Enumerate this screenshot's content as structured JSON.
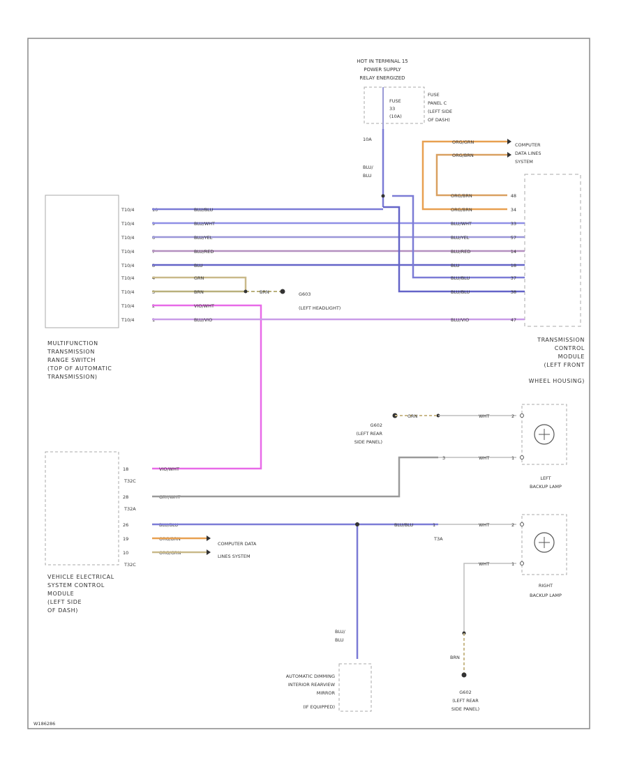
{
  "page": {
    "code": "W186286"
  },
  "colors": {
    "blu_blu": "#7b7bd6",
    "blu_wht": "#8f8fe6",
    "blu_yel": "#9a96d8",
    "blu_red": "#b48fc0",
    "blu": "#6464c8",
    "grn": "#c9b98a",
    "brn": "#b9b07c",
    "vio_wht": "#e86ae8",
    "blu_vio": "#c99be8",
    "org_grn": "#e8a050",
    "org_brn": "#d9a060",
    "gry_wht": "#9a9a9a",
    "wht": "#bdbdbd",
    "frame": "#888888"
  },
  "components": {
    "range_switch": [
      "MULTIFUNCTION",
      "TRANSMISSION",
      "RANGE SWITCH",
      "(TOP OF AUTOMATIC",
      "TRANSMISSION)"
    ],
    "tcm": [
      "TRANSMISSION",
      "CONTROL",
      "MODULE",
      "(LEFT FRONT",
      "WHEEL HOUSING)"
    ],
    "vescm": [
      "VEHICLE ELECTRICAL",
      "SYSTEM CONTROL",
      "MODULE",
      "(LEFT SIDE",
      "OF DASH)"
    ],
    "mirror": [
      "AUTOMATIC DIMMING",
      "INTERIOR REARVIEW",
      "MIRROR",
      "(IF EQUIPPED)"
    ],
    "left_backup": [
      "LEFT",
      "BACKUP LAMP"
    ],
    "right_backup": [
      "RIGHT",
      "BACKUP LAMP"
    ],
    "fuse": [
      "FUSE",
      "33",
      "(10A)"
    ],
    "fuse_panel": [
      "FUSE",
      "PANEL C",
      "(LEFT SIDE",
      "OF DASH)"
    ],
    "hot": [
      "HOT IN TERMINAL 15",
      "POWER SUPPLY",
      "RELAY ENERGIZED"
    ],
    "computer_data_top": [
      "COMPUTER",
      "DATA LINES",
      "SYSTEM"
    ],
    "computer_data_bottom": [
      "COMPUTER DATA",
      "LINES SYSTEM"
    ],
    "g603": [
      "G603",
      "(LEFT HEADLIGHT)"
    ],
    "g602a": [
      "G602",
      "(LEFT REAR",
      "SIDE PANEL)"
    ],
    "g602b": [
      "G602",
      "(LEFT REAR",
      "SIDE PANEL)"
    ]
  },
  "range_switch_pins": [
    {
      "conn": "T10/4",
      "pin": "10",
      "wire": "BLU/BLU"
    },
    {
      "conn": "T10/4",
      "pin": "9",
      "wire": "BLU/WHT"
    },
    {
      "conn": "T10/4",
      "pin": "6",
      "wire": "BLU/YEL"
    },
    {
      "conn": "T10/4",
      "pin": "7",
      "wire": "BLU/RED"
    },
    {
      "conn": "T10/4",
      "pin": "8",
      "wire": "BLU"
    },
    {
      "conn": "T10/4",
      "pin": "4",
      "wire": "GRN"
    },
    {
      "conn": "T10/4",
      "pin": "3",
      "wire": "BRN"
    },
    {
      "conn": "T10/4",
      "pin": "2",
      "wire": "VIO/WHT"
    },
    {
      "conn": "T10/4",
      "pin": "1",
      "wire": "BLU/VIO"
    }
  ],
  "tcm_pins": [
    {
      "pin": "48",
      "wire": "ORG/BRN"
    },
    {
      "pin": "34",
      "wire": "ORG/BRN"
    },
    {
      "pin": "33",
      "wire": "BLU/WHT"
    },
    {
      "pin": "57",
      "wire": "BLU/YEL"
    },
    {
      "pin": "14",
      "wire": "BLU/RED"
    },
    {
      "pin": "18",
      "wire": "BLU"
    },
    {
      "pin": "37",
      "wire": "BLU/BLU"
    },
    {
      "pin": "38",
      "wire": "BLU/BLU"
    },
    {
      "pin": "47",
      "wire": "BLU/VIO"
    }
  ],
  "top_labels": {
    "computer_wire1": "ORG/GRN",
    "computer_wire2": "ORG/BRN",
    "feed_size": "10A",
    "feed_wire": [
      "BLU/",
      "BLU"
    ],
    "brn_ground": "BRN"
  },
  "vescm_pins": [
    {
      "pin": "18",
      "conn": "T32C",
      "wire": "VIO/WHT"
    },
    {
      "pin": "28",
      "conn": "T32A",
      "wire": "GRY/WHT"
    },
    {
      "pin": "26",
      "conn": "",
      "wire": "BLU/BLU"
    },
    {
      "pin": "19",
      "conn": "",
      "wire": "ORG/BRN"
    },
    {
      "pin": "10",
      "conn": "T32C",
      "wire": "ORG/GRN"
    }
  ],
  "backup_labels": {
    "grn": "GRN",
    "wht1": "WHT",
    "pin1": "2",
    "wht2": "WHT",
    "pin2": "1",
    "conn_left": "3",
    "blu_blu": "BLU/BLU",
    "pin_t3": "1",
    "t3": "T3A",
    "wht3": "WHT",
    "pin3": "2",
    "wht4": "WHT",
    "pin4": "1",
    "mirror_wire": [
      "BLU/",
      "BLU"
    ],
    "brn_bottom": "BRN"
  }
}
